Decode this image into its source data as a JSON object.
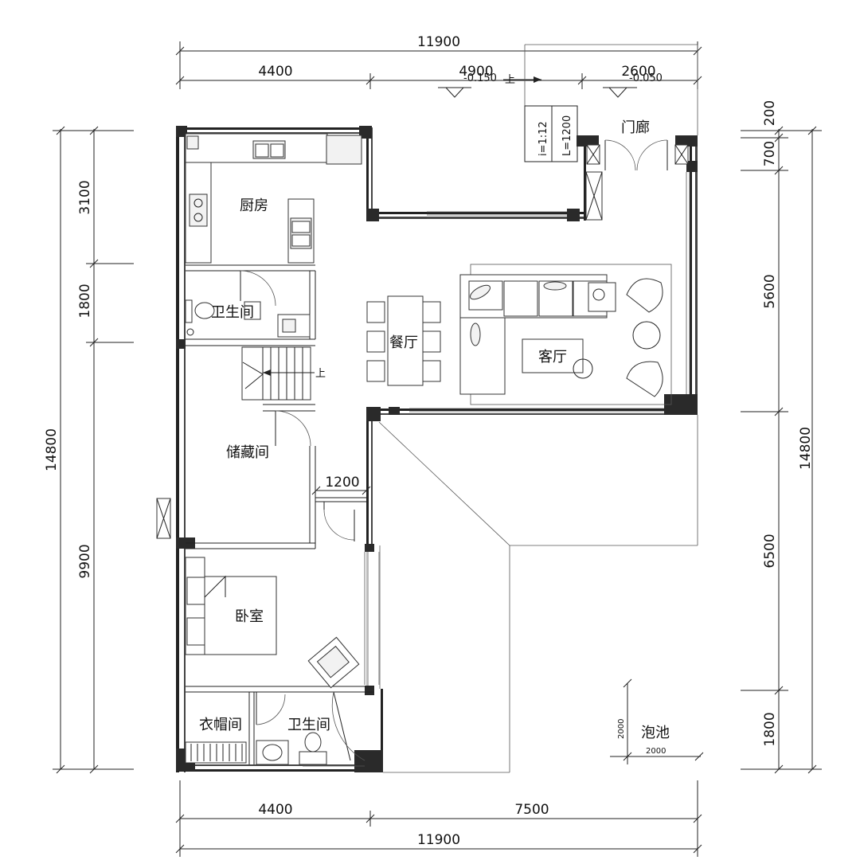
{
  "dimensions": {
    "top_total": "11900",
    "top_seg_1": "4400",
    "top_seg_2": "4900",
    "top_seg_3": "2600",
    "level_1": "-0.150",
    "level_2": "-0.050",
    "left_total": "14800",
    "left_seg_1": "3100",
    "left_seg_2": "1800",
    "left_seg_3": "9900",
    "right_total": "14800",
    "right_seg_1": "200",
    "right_seg_2": "700",
    "right_seg_3": "5600",
    "right_seg_4": "6500",
    "right_seg_5": "1800",
    "bottom_seg_1": "4400",
    "bottom_seg_2": "7500",
    "bottom_total": "11900",
    "door_width": "1200",
    "pool_w": "2000",
    "pool_h": "2000"
  },
  "rooms": {
    "kitchen": "厨房",
    "bath_upper": "卫生间",
    "dining": "餐厅",
    "living": "客厅",
    "porch": "门廊",
    "storage": "储藏间",
    "bedroom": "卧室",
    "cloakroom": "衣帽间",
    "bath_lower": "卫生间",
    "pool": "泡池"
  },
  "notes": {
    "ramp_slope": "i=1:12",
    "ramp_length": "L=1200",
    "stair_up": "上",
    "ramp_up": "上"
  }
}
